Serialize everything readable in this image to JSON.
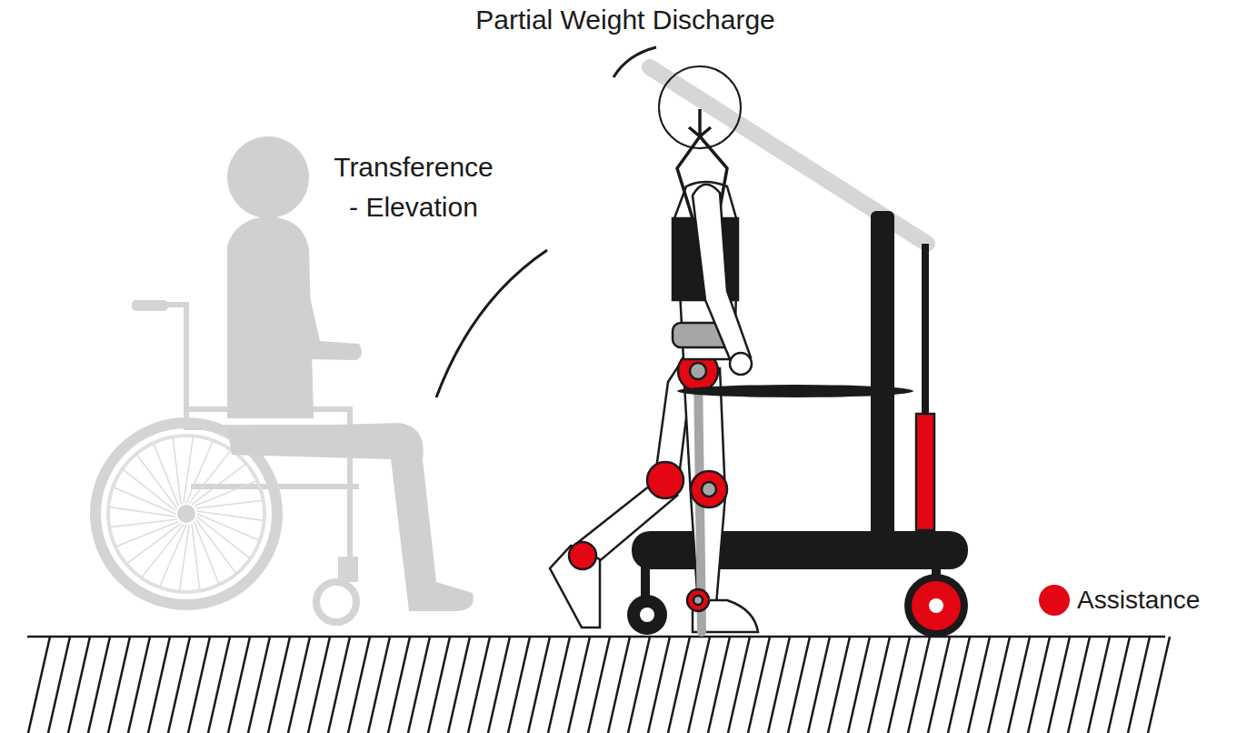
{
  "diagram": {
    "labels": [
      "Partial Weight Discharge",
      "Transference - Elevation"
    ],
    "legend": [
      {
        "text": "Assistance",
        "color": "#e30613"
      }
    ]
  }
}
